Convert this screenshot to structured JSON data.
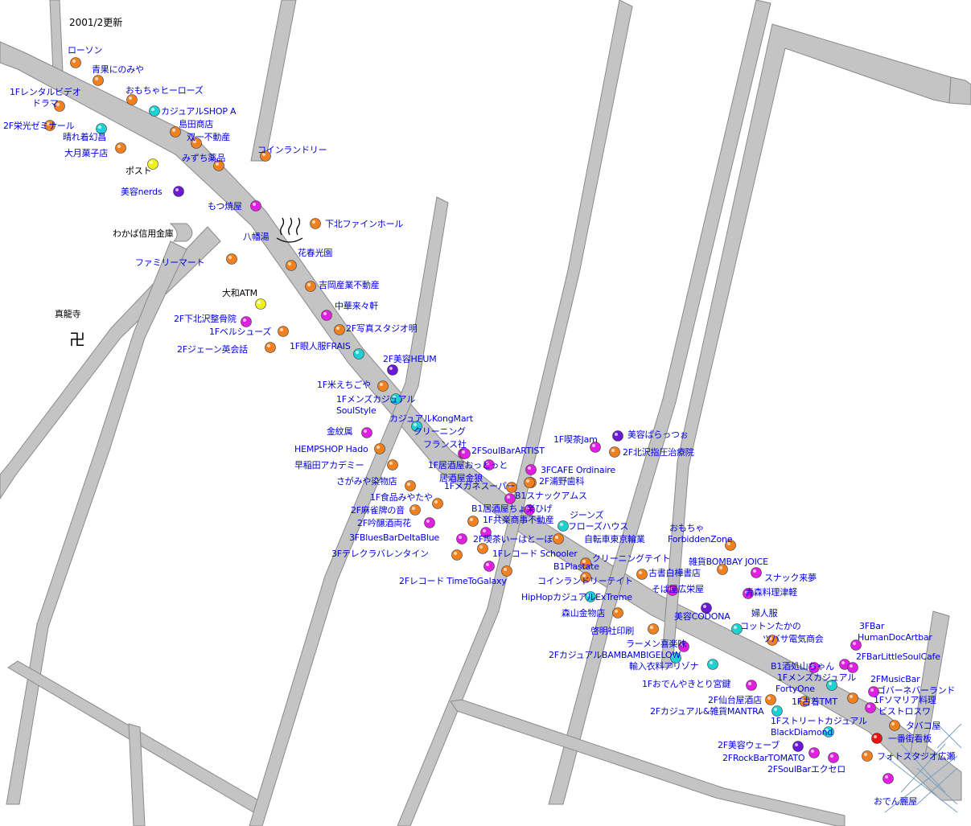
{
  "date_label": "2001/2更新",
  "temple": {
    "name": "真龍寺",
    "symbol": "卍"
  },
  "colors": {
    "street_fill": "#c4c4c4",
    "street_edge": "#8a8a8a",
    "orange": "#f08020",
    "magenta": "#e020e0",
    "purple": "#6a1ad0",
    "cyan": "#20d0d0",
    "yellow": "#f0f020",
    "red": "#f01010",
    "label_blue": "#0000e0"
  },
  "shops": [
    {
      "t": "ローソン",
      "c": "orange"
    },
    {
      "t": "青果にのみや",
      "c": "orange"
    },
    {
      "t": "おもちゃヒーローズ",
      "c": "orange"
    },
    {
      "t": "1Fレンタルビデオ",
      "c": "orange"
    },
    {
      "t": "ドラマ",
      "c": ""
    },
    {
      "t": "2F栄光ゼミナール",
      "c": "orange"
    },
    {
      "t": "晴れ着幻昌",
      "c": "cyan"
    },
    {
      "t": "大月菓子店",
      "c": "orange"
    },
    {
      "t": "カジュアルSHOP A",
      "c": "cyan"
    },
    {
      "t": "島田商店",
      "c": "orange"
    },
    {
      "t": "双一不動産",
      "c": "orange"
    },
    {
      "t": "みずち薬品",
      "c": "orange"
    },
    {
      "t": "コインランドリー",
      "c": "orange"
    },
    {
      "t": "ポスト",
      "c": "yellow"
    },
    {
      "t": "美容nerds",
      "c": "purple"
    },
    {
      "t": "もつ焼屋",
      "c": "magenta"
    },
    {
      "t": "下北ファインホール",
      "c": "orange"
    },
    {
      "t": "わかば信用金庫",
      "c": ""
    },
    {
      "t": "八幡湯",
      "c": ""
    },
    {
      "t": "ファミリーマート",
      "c": "orange"
    },
    {
      "t": "花春光園",
      "c": "orange"
    },
    {
      "t": "吉岡産業不動産",
      "c": "orange"
    },
    {
      "t": "大和ATM",
      "c": "yellow"
    },
    {
      "t": "中華来々軒",
      "c": "magenta"
    },
    {
      "t": "2F下北沢整骨院",
      "c": "magenta"
    },
    {
      "t": "1Fベルシューズ",
      "c": "orange"
    },
    {
      "t": "2F写真スタジオ明",
      "c": "orange"
    },
    {
      "t": "2Fジェーン英会話",
      "c": "orange"
    },
    {
      "t": "1F眼人服FRAIS",
      "c": "cyan"
    },
    {
      "t": "2F美容HEUM",
      "c": "purple"
    },
    {
      "t": "1F米えちごや",
      "c": "orange"
    },
    {
      "t": "1Fメンズカジュアル",
      "c": "cyan"
    },
    {
      "t": "SoulStyle",
      "c": ""
    },
    {
      "t": "カジュアルKongMart",
      "c": "cyan"
    },
    {
      "t": "クリーニング",
      "c": ""
    },
    {
      "t": "金紋属",
      "c": "magenta"
    },
    {
      "t": "フランス社",
      "c": "magenta"
    },
    {
      "t": "1F喫茶Jam",
      "c": "magenta"
    },
    {
      "t": "美容ぱらっつぉ",
      "c": "purple"
    },
    {
      "t": "2F北沢指圧治療院",
      "c": "orange"
    },
    {
      "t": "HEMPSHOP Hado",
      "c": "orange"
    },
    {
      "t": "2FSoulBarARTIST",
      "c": "magenta"
    },
    {
      "t": "早稲田アカデミー",
      "c": "orange"
    },
    {
      "t": "1F居酒屋おっとっと",
      "c": "magenta"
    },
    {
      "t": "3FCAFE Ordinaire",
      "c": "magenta"
    },
    {
      "t": "さがみや染物店",
      "c": "orange"
    },
    {
      "t": "居酒屋金狼",
      "c": "orange"
    },
    {
      "t": "1Fメガネスーパー",
      "c": "orange"
    },
    {
      "t": "2F浦野歯科",
      "c": "orange"
    },
    {
      "t": "1F食品みやたや",
      "c": "orange"
    },
    {
      "t": "B1スナックアムス",
      "c": "magenta"
    },
    {
      "t": "2F麻雀牌の音",
      "c": "orange"
    },
    {
      "t": "B1居酒屋ちょ楽ひげ",
      "c": "magenta"
    },
    {
      "t": "2F吟醸酒両花",
      "c": "magenta"
    },
    {
      "t": "1F共楽商事不動産",
      "c": "orange"
    },
    {
      "t": "ジーンズ",
      "c": "cyan"
    },
    {
      "t": "フローズハウス",
      "c": ""
    },
    {
      "t": "3FBluesBarDeltaBlue",
      "c": "magenta"
    },
    {
      "t": "2F喫茶いーはとーぼ",
      "c": "orange"
    },
    {
      "t": "自転車東京輪業",
      "c": "orange"
    },
    {
      "t": "おもちゃ",
      "c": "orange"
    },
    {
      "t": "ForbiddenZone",
      "c": ""
    },
    {
      "t": "3Fテレクラバレンタイン",
      "c": "orange"
    },
    {
      "t": "1Fレコード Schooler",
      "c": "magenta"
    },
    {
      "t": "B1Plastate",
      "c": "magenta"
    },
    {
      "t": "クリーニングテイト",
      "c": "orange"
    },
    {
      "t": "雑貨BOMBAY JOICE",
      "c": "orange"
    },
    {
      "t": "スナック来夢",
      "c": "magenta"
    },
    {
      "t": "古書白樺書店",
      "c": "orange"
    },
    {
      "t": "2Fレコード TimeToGalaxy",
      "c": "orange"
    },
    {
      "t": "コインランドリーテイト",
      "c": "orange"
    },
    {
      "t": "そば屋広栄屋",
      "c": "magenta"
    },
    {
      "t": "青森料理津軽",
      "c": "magenta"
    },
    {
      "t": "HipHopカジュアルExTreme",
      "c": "cyan"
    },
    {
      "t": "森山金物店",
      "c": "orange"
    },
    {
      "t": "美容CODONA",
      "c": "purple"
    },
    {
      "t": "婦人服",
      "c": ""
    },
    {
      "t": "コットンたかの",
      "c": "cyan"
    },
    {
      "t": "啓明社印刷",
      "c": "orange"
    },
    {
      "t": "ツバサ電気商会",
      "c": "orange"
    },
    {
      "t": "3FBar",
      "c": ""
    },
    {
      "t": "HumanDocArtbar",
      "c": "magenta"
    },
    {
      "t": "ラーメン喜楽味",
      "c": "magenta"
    },
    {
      "t": "2FBarLittleSoulCafe",
      "c": "magenta"
    },
    {
      "t": "2FカジュアルBAMBAMBIGELOW",
      "c": "cyan"
    },
    {
      "t": "B1酒処山ちゃん",
      "c": "magenta"
    },
    {
      "t": "輸入衣料アリゾナ",
      "c": "cyan"
    },
    {
      "t": "1Fメンズカジュアル",
      "c": ""
    },
    {
      "t": "FortyOne",
      "c": "cyan"
    },
    {
      "t": "2FMusicBar",
      "c": "magenta"
    },
    {
      "t": "ゴバーネバーランド",
      "c": "magenta"
    },
    {
      "t": "1Fおでんやきとり宮鍵",
      "c": "magenta"
    },
    {
      "t": "1Fソマリア料理",
      "c": "orange"
    },
    {
      "t": "2F仙台屋酒店",
      "c": "orange"
    },
    {
      "t": "1F古着TMT",
      "c": "orange"
    },
    {
      "t": "ビストロスワ",
      "c": "magenta"
    },
    {
      "t": "2Fカジュアル&雑貨MANTRA",
      "c": "cyan"
    },
    {
      "t": "タバコ屋",
      "c": "orange"
    },
    {
      "t": "1Fストリートカジュアル",
      "c": ""
    },
    {
      "t": "BlackDiamond",
      "c": "cyan"
    },
    {
      "t": "一番街看板",
      "c": "red"
    },
    {
      "t": "2F美容ウェーブ",
      "c": "purple"
    },
    {
      "t": "2FRockBarTOMATO",
      "c": "magenta"
    },
    {
      "t": "フォトスタジオ広瀬",
      "c": "orange"
    },
    {
      "t": "2FSoulBarエクセロ",
      "c": "magenta"
    },
    {
      "t": "おでん麗屋",
      "c": "magenta"
    }
  ]
}
